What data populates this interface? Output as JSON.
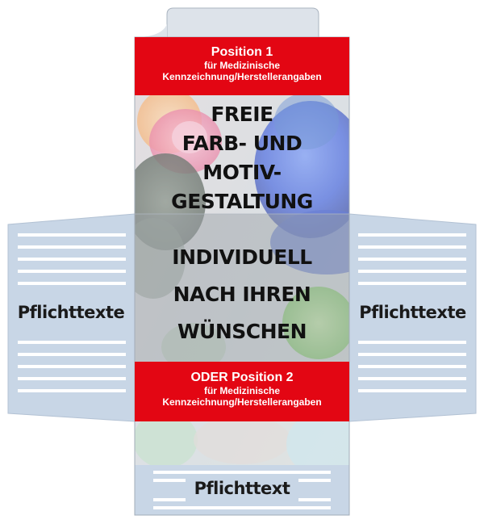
{
  "top_block": {
    "title": "Position 1",
    "line1": "für Medizinische",
    "line2": "Kennzeichnung/Herstellerangaben"
  },
  "design_text": {
    "lines": [
      "FREIE",
      "FARB- UND",
      "MOTIV-",
      "GESTALTUNG"
    ]
  },
  "individual_text": {
    "lines": [
      "INDIVIDUELL",
      "NACH IHREN",
      "WÜNSCHEN"
    ]
  },
  "bottom_block": {
    "title": "ODER Position 2",
    "line1": "für Medizinische",
    "line2": "Kennzeichnung/Herstellerangaben"
  },
  "left_flap": {
    "label": "Pflichttexte"
  },
  "right_flap": {
    "label": "Pflichttexte"
  },
  "bottom_flap": {
    "label": "Pflichttext"
  },
  "colors": {
    "red": "#e30613",
    "flap_blue": "#c8d6e6",
    "flap_border": "#b9c8da",
    "stripe": "#ffffff",
    "outline": "#9aa6b4"
  }
}
